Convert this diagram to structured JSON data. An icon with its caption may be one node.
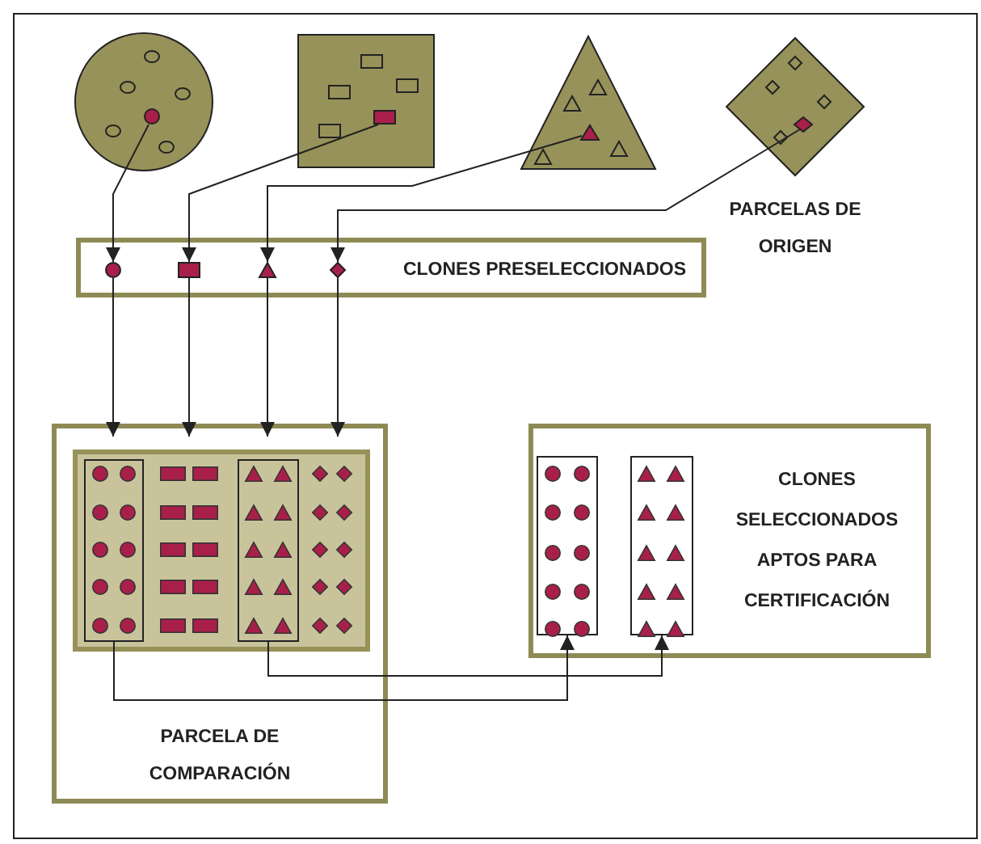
{
  "diagram": {
    "nodes": [
      {
        "text": [],
        "shape": "circle"
      },
      {
        "text": [],
        "shape": "circle",
        "in": 0
      },
      {
        "text": [],
        "shape": "box"
      },
      {
        "text": [],
        "shape": "box",
        "in": 2
      },
      {
        "text": [],
        "shape": "triangle"
      },
      {
        "text": [],
        "shape": "triangle",
        "in": 4
      },
      {
        "text": [],
        "shape": "diamond"
      },
      {
        "text": [],
        "shape": "diamond",
        "in": 6
      },
      {
        "text": [
          "CLONES PRESELECCIONADOS"
        ]
      },
      {
        "text": [],
        "shape": "circle",
        "in": 8
      },
      {
        "text": [],
        "shape": "box",
        "in": 8
      },
      {
        "text": [],
        "shape": "triangle",
        "in": 8
      },
      {
        "text": [],
        "shape": "diamond",
        "in": 8
      },
      {
        "text": [
          "PARCELA DE COMPARACIÓN"
        ]
      },
      {
        "text": [],
        "shape": "box",
        "in": 13
      },
      {
        "text": [],
        "shape": "box",
        "in": 14
      },
      {
        "text": [],
        "shape": "box",
        "in": 14
      },
      {
        "text": [
          "CLONES SELECCIONADOS APTOS PARA CERTIFICACIÓN"
        ]
      },
      {
        "text": [],
        "shape": "box",
        "in": 17
      },
      {
        "text": [],
        "shape": "box",
        "in": 17
      }
    ],
    "edges": [
      {
        "from": 1,
        "to": 9,
        "arrow": "to"
      },
      {
        "from": 3,
        "to": 10,
        "arrow": "to"
      },
      {
        "from": 5,
        "to": 11,
        "arrow": "to"
      },
      {
        "from": 7,
        "to": 12,
        "arrow": "to"
      },
      {
        "from": 9,
        "to": 14,
        "arrow": "to"
      },
      {
        "from": 10,
        "to": 14,
        "arrow": "to"
      },
      {
        "from": 11,
        "to": 14,
        "arrow": "to"
      },
      {
        "from": 12,
        "to": 14,
        "arrow": "to"
      },
      {
        "from": 15,
        "to": 18,
        "arrow": "to"
      },
      {
        "from": 16,
        "to": 19,
        "arrow": "to"
      }
    ],
    "labels": [
      "PARCELAS DE ORIGEN"
    ]
  }
}
